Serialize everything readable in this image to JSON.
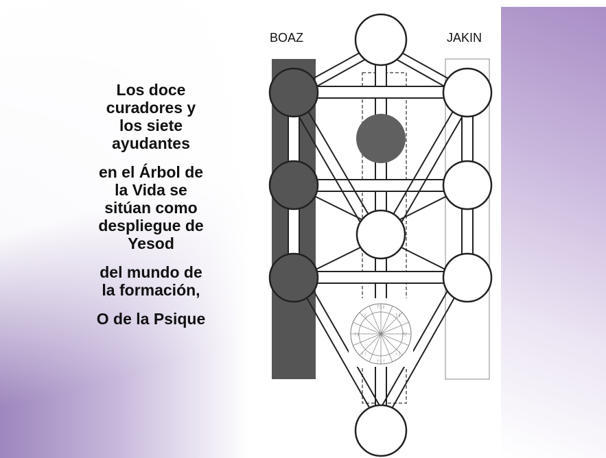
{
  "left_text": {
    "block1": "Los doce\ncuradores y\nlos siete\nayudantes",
    "block2": "en el Árbol de\nla Vida se\nsitúan como\ndespliegue de\nYesod",
    "block3": "del mundo de\nla formación,",
    "block4": "O de la Psique"
  },
  "diagram": {
    "left_pillar_label": "BOAZ",
    "right_pillar_label": "JAKIN",
    "colors": {
      "dark_pillar": "#555555",
      "dark_sphere": "#555555",
      "lines": "#222222",
      "daath": "#606060",
      "left_gradient": "#9d86bd",
      "right_gradient": "#a98ec6"
    }
  }
}
